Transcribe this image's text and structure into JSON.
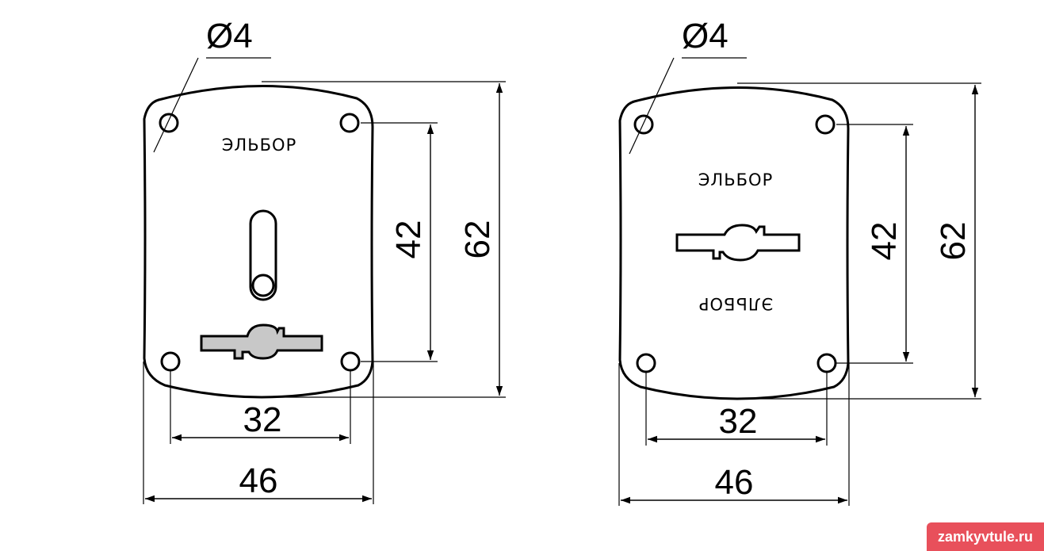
{
  "left_plate": {
    "diameter_label": "Ø4",
    "brand_text": "ЭЛЬБОР",
    "hole_spacing_vertical": "42",
    "plate_height": "62",
    "hole_spacing_horizontal": "32",
    "plate_width": "46"
  },
  "right_plate": {
    "diameter_label": "Ø4",
    "brand_text_top": "ЭЛЬБОР",
    "brand_text_bottom": "ЭЛЬБОР",
    "hole_spacing_vertical": "42",
    "plate_height": "62",
    "hole_spacing_horizontal": "32",
    "plate_width": "46"
  },
  "watermark": "zamkyvtule.ru",
  "colors": {
    "line": "#000000",
    "key_slot_fill": "#c8c8c8",
    "watermark_bg": "#e8505b"
  }
}
